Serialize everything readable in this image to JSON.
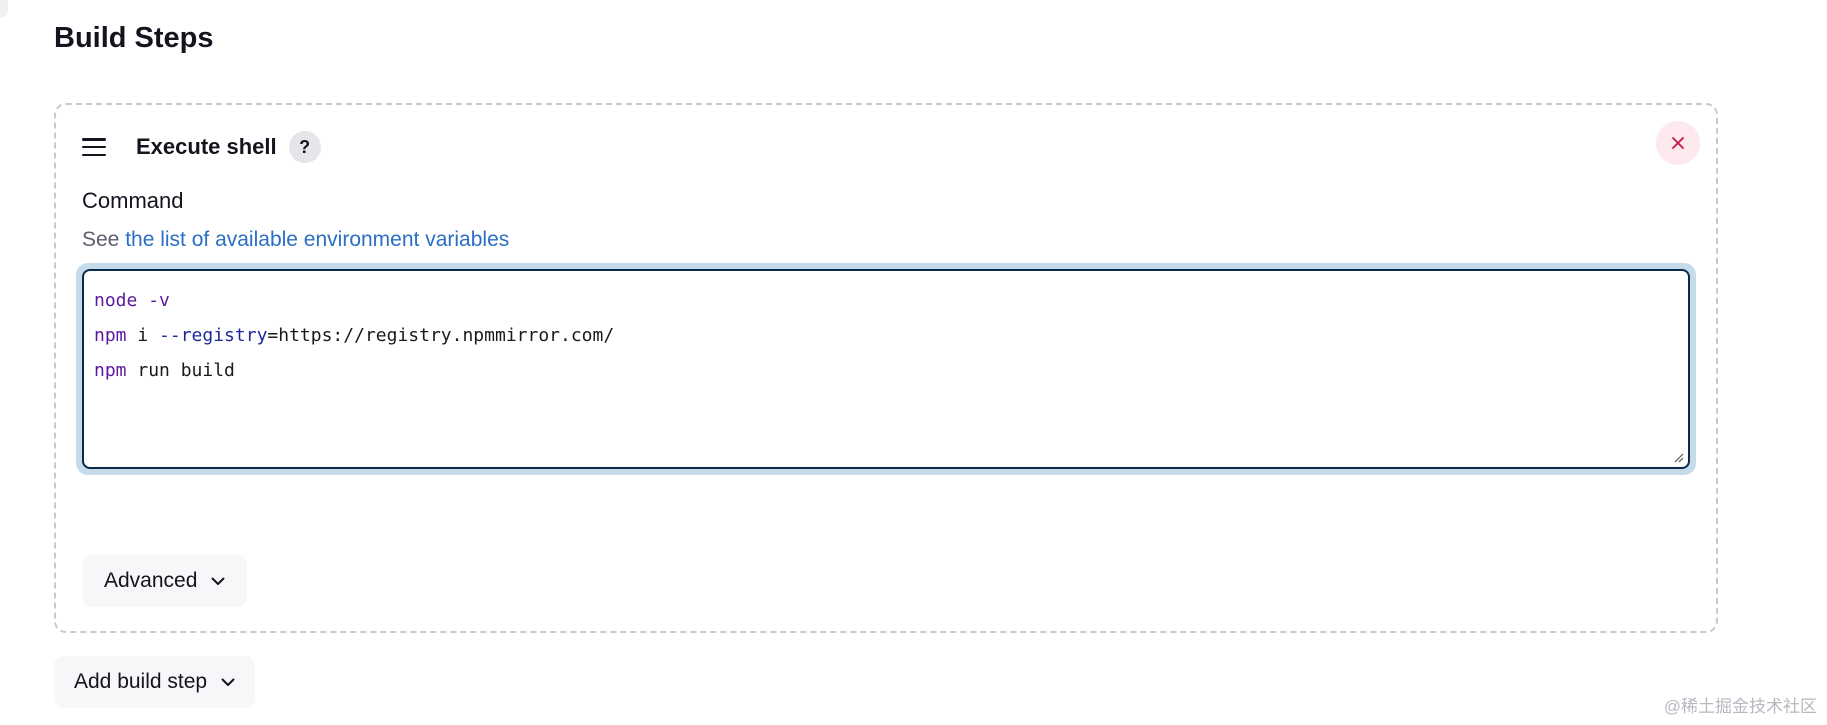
{
  "section": {
    "title": "Build Steps"
  },
  "step": {
    "title": "Execute shell",
    "help_label": "?",
    "command_label": "Command",
    "description_prefix": "See ",
    "description_link": "the list of available environment variables",
    "code_lines": [
      [
        {
          "text": "node",
          "kind": "cmd"
        },
        {
          "text": " -v",
          "kind": "cmd"
        }
      ],
      [
        {
          "text": "npm",
          "kind": "cmd"
        },
        {
          "text": " i ",
          "kind": "plain"
        },
        {
          "text": "--registry",
          "kind": "flag"
        },
        {
          "text": "=https://registry.npmmirror.com/",
          "kind": "plain"
        }
      ],
      [
        {
          "text": "npm",
          "kind": "cmd"
        },
        {
          "text": " run build",
          "kind": "plain"
        }
      ]
    ],
    "advanced_label": "Advanced"
  },
  "add_step_label": "Add build step",
  "watermark": "@稀土掘金技术社区",
  "icons": {
    "drag": "hamburger-icon",
    "close": "close-icon",
    "chevron": "chevron-down-icon"
  },
  "colors": {
    "accent_link": "#2a6fc4",
    "close_bg": "#fde8ed",
    "close_fg": "#c4164a",
    "editor_border": "#0b2a4a",
    "editor_focus_ring": "#c6dbe9",
    "keyword": "#5b189e"
  }
}
